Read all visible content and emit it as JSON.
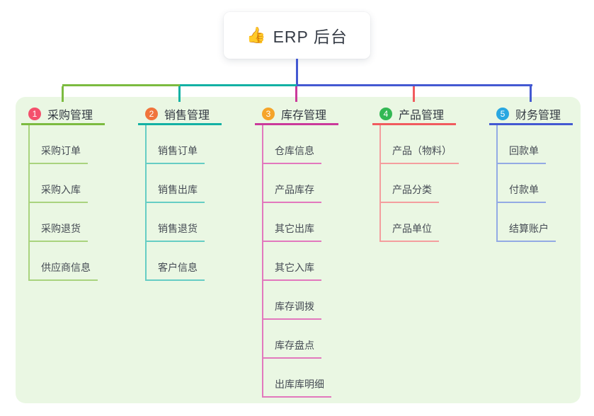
{
  "root": {
    "label": "ERP 后台",
    "emoji": "👍",
    "connector_color": "#4459d2"
  },
  "panel_color": "#eaf7e3",
  "branches": [
    {
      "badge": "1",
      "title": "采购管理",
      "badge_color": "#f4506c",
      "line_color": "#7cbb40",
      "child_line_color": "#a9d37e",
      "children": [
        {
          "label": "采购订单"
        },
        {
          "label": "采购入库"
        },
        {
          "label": "采购退货"
        },
        {
          "label": "供应商信息"
        }
      ]
    },
    {
      "badge": "2",
      "title": "销售管理",
      "badge_color": "#f0743c",
      "line_color": "#13b1a4",
      "child_line_color": "#66cdc4",
      "children": [
        {
          "label": "销售订单"
        },
        {
          "label": "销售出库"
        },
        {
          "label": "销售退货"
        },
        {
          "label": "客户信息"
        }
      ]
    },
    {
      "badge": "3",
      "title": "库存管理",
      "badge_color": "#f5a42a",
      "line_color": "#cb3a9b",
      "child_line_color": "#e278bd",
      "children": [
        {
          "label": "仓库信息"
        },
        {
          "label": "产品库存"
        },
        {
          "label": "其它出库"
        },
        {
          "label": "其它入库"
        },
        {
          "label": "库存调拨"
        },
        {
          "label": "库存盘点"
        },
        {
          "label": "出库库明细"
        }
      ]
    },
    {
      "badge": "4",
      "title": "产品管理",
      "badge_color": "#33b854",
      "line_color": "#f15b5e",
      "child_line_color": "#f49e9e",
      "children": [
        {
          "label": "产品（物料）"
        },
        {
          "label": "产品分类"
        },
        {
          "label": "产品单位"
        }
      ]
    },
    {
      "badge": "5",
      "title": "财务管理",
      "badge_color": "#29a7e1",
      "line_color": "#4459d2",
      "child_line_color": "#93aae4",
      "children": [
        {
          "label": "回款单"
        },
        {
          "label": "付款单"
        },
        {
          "label": "结算账户"
        }
      ]
    }
  ]
}
